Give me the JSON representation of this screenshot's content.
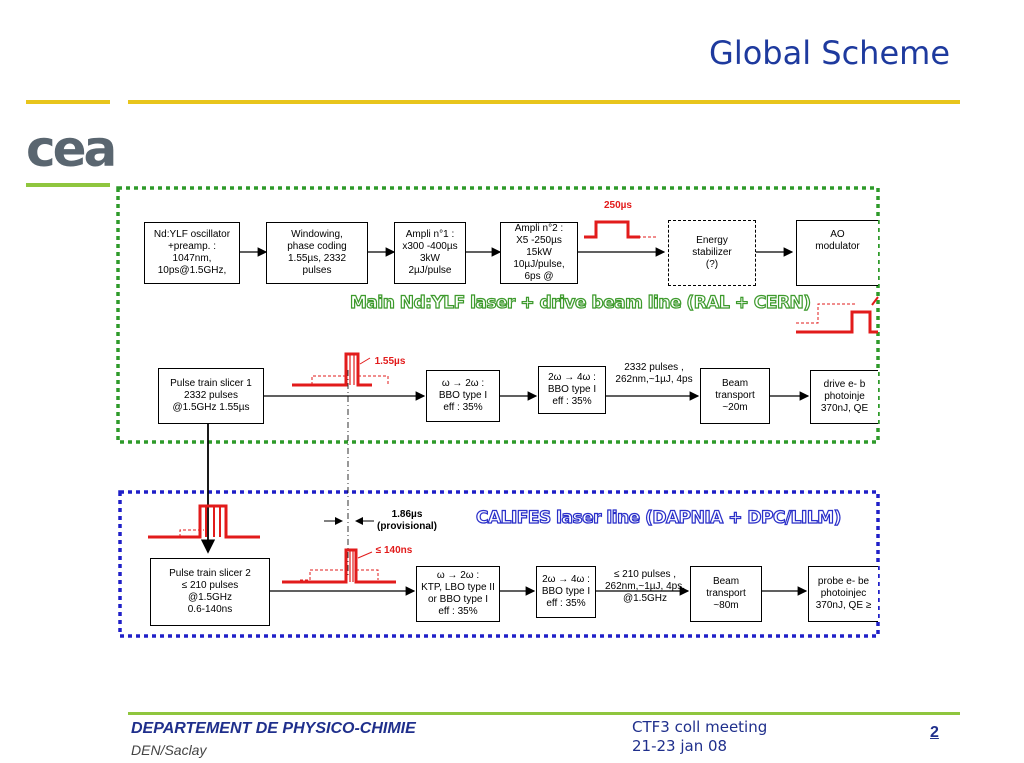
{
  "title": "Global Scheme",
  "logo": "cea",
  "section_main": "Main Nd:YLF laser  +  drive beam line (RAL + CERN)",
  "section_califes": "CALIFES laser line (DAPNIA + DPC/LILM)",
  "boxes": {
    "osc": "Nd:YLF oscillator\n+preamp. :\n1047nm,\n10ps@1.5GHz,",
    "win": "Windowing,\nphase coding\n1.55µs, 2332\npulses",
    "amp1": "Ampli n°1 :\nx300 -400µs\n3kW\n2µJ/pulse",
    "amp2": "Ampli n°2 :\nX5 -250µs\n15kW\n10µJ/pulse,\n6ps @",
    "stab": "Energy\nstabilizer\n(?)",
    "ao": "AO\nmodulator",
    "slicer1": "Pulse train slicer 1\n2332 pulses\n@1.5GHz 1.55µs",
    "shg1": "ω → 2ω :\nBBO type I\neff : 35%",
    "fhg1": "2ω → 4ω :\nBBO type I\neff : 35%",
    "bt1": "Beam\ntransport\n~20m",
    "drive": "drive e- b\nphotoinje\n370nJ, QE",
    "slicer2": "Pulse train slicer 2\n≤ 210 pulses\n@1.5GHz\n0.6-140ns",
    "shg2": "ω → 2ω :\nKTP, LBO  type II\nor BBO type I\neff : 35%",
    "fhg2": "2ω → 4ω :\nBBO type I\neff : 35%",
    "bt2": "Beam\ntransport\n~80m",
    "probe": "probe e- be\nphotoinjec\n370nJ, QE ≥"
  },
  "labels": {
    "t250": "250µs",
    "t155": "1.55µs",
    "pulses1": "2332 pulses ,\n262nm,~1µJ, 4ps",
    "t186": "1.86µs\n(provisional)",
    "t140": "≤ 140ns",
    "pulses2": "≤ 210 pulses ,\n262nm,~1µJ, 4ps,\n@1.5GHz"
  },
  "footer": {
    "dept": "DEPARTEMENT DE PHYSICO-CHIMIE",
    "den": "DEN/Saclay",
    "meeting": "CTF3 coll meeting\n21-23 jan 08",
    "page": "2"
  },
  "colors": {
    "title": "#1e3a9e",
    "yellow_rule": "#e8c51c",
    "green_rule": "#8fc63e",
    "green_frame": "#2e9a2a",
    "blue_frame": "#2020c8",
    "pulse_red": "#e21b1b"
  }
}
